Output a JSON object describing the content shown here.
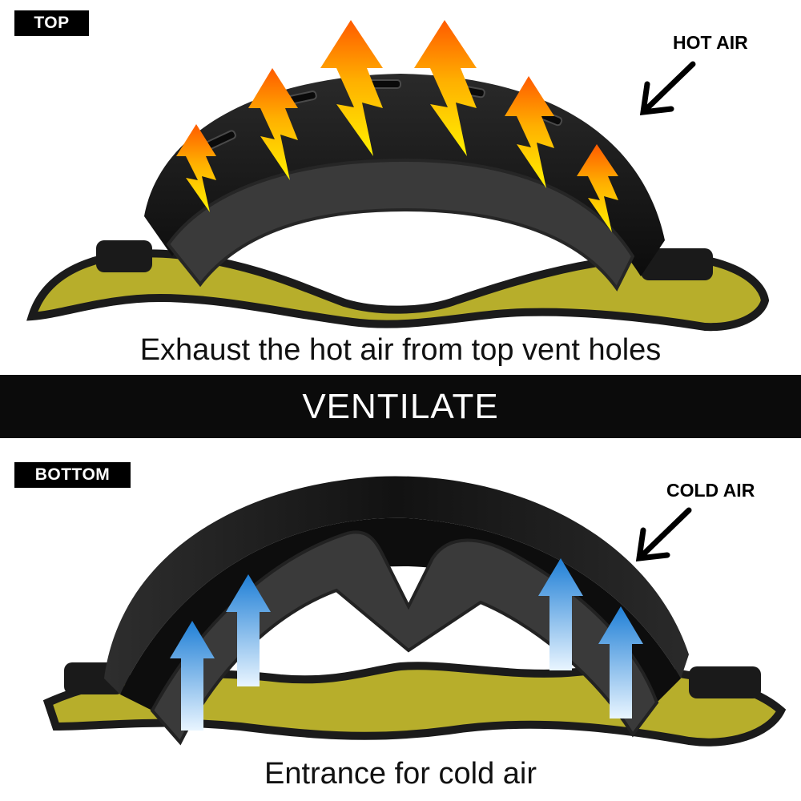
{
  "top_panel": {
    "tag": "TOP",
    "air_label": "HOT AIR",
    "caption": "Exhaust the hot air from top vent holes"
  },
  "banner": {
    "title": "VENTILATE"
  },
  "bottom_panel": {
    "tag": "BOTTOM",
    "air_label": "COLD AIR",
    "caption": "Entrance for cold air"
  },
  "colors": {
    "banner_background": "#0b0b0b",
    "tag_background": "#000000",
    "strap_yellow": "#b8b02a",
    "goggle_black": "#141414",
    "foam_grey": "#3a3a3a",
    "heat_orange": "#ff6a00",
    "heat_yellow": "#ffe600",
    "cold_blue": "#2a8fe0"
  },
  "icons": {
    "hot_arrows": "heat-wave-arrow-icon",
    "cold_arrows": "airflow-up-arrow-icon",
    "pointer": "pointer-arrow-icon"
  }
}
